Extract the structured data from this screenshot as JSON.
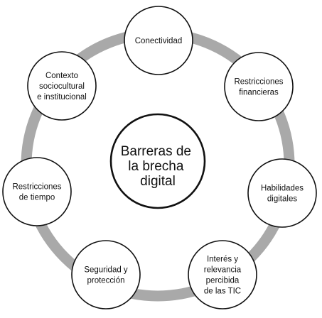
{
  "diagram": {
    "center": {
      "lines": [
        "Barreras de",
        "la brecha",
        "digital"
      ]
    },
    "nodes": [
      {
        "id": "conectividad",
        "lines": [
          "Conectividad"
        ]
      },
      {
        "id": "restricciones-financieras",
        "lines": [
          "Restricciones",
          "financieras"
        ]
      },
      {
        "id": "habilidades-digitales",
        "lines": [
          "Habilidades",
          "digitales"
        ]
      },
      {
        "id": "interes-relevancia",
        "lines": [
          "Interés y",
          "relevancia",
          "percibida",
          "de las TIC"
        ]
      },
      {
        "id": "seguridad-proteccion",
        "lines": [
          "Seguridad y",
          "protección"
        ]
      },
      {
        "id": "restricciones-tiempo",
        "lines": [
          "Restricciones",
          "de tiempo"
        ]
      },
      {
        "id": "contexto",
        "lines": [
          "Contexto",
          "sociocultural",
          "e institucional"
        ]
      }
    ],
    "colors": {
      "ring": "#a9a9a9",
      "stroke": "#111111",
      "fill": "#ffffff",
      "text": "#111111"
    }
  }
}
